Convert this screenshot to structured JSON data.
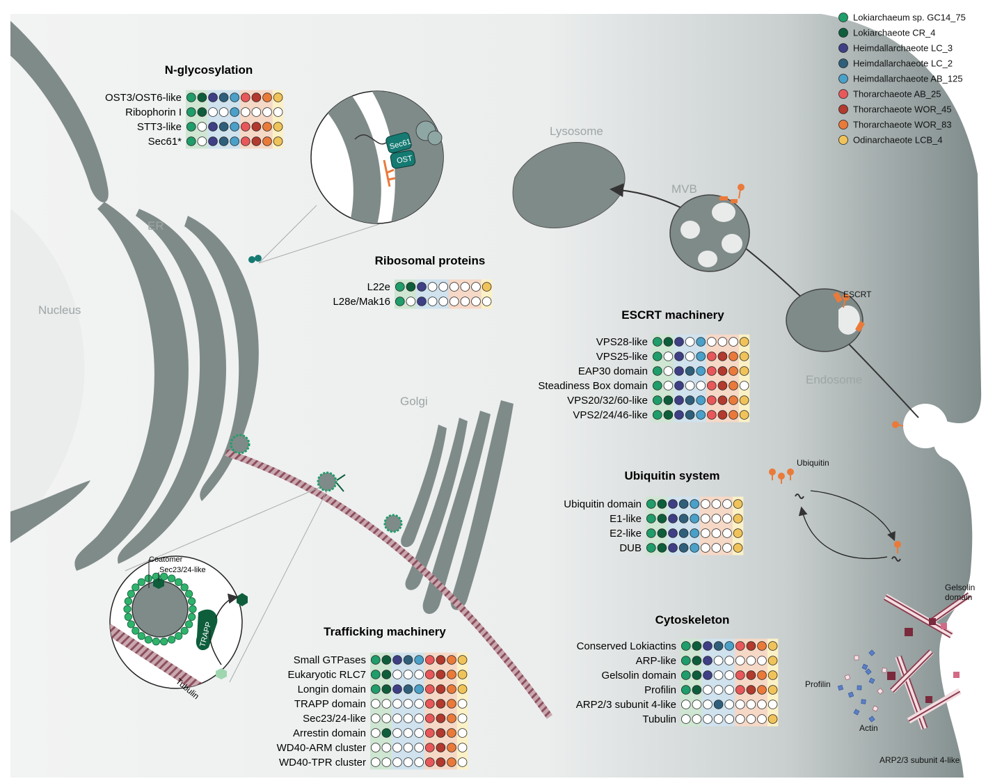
{
  "legend": [
    {
      "label": "Lokiarchaeum sp. GC14_75",
      "color": "#1f9d6a"
    },
    {
      "label": "Lokiarchaeote CR_4",
      "color": "#0e5e3c"
    },
    {
      "label": "Heimdallarchaeote LC_3",
      "color": "#3f3f86"
    },
    {
      "label": "Heimdallarchaeote LC_2",
      "color": "#2f5f7a"
    },
    {
      "label": "Heimdallarchaeote AB_125",
      "color": "#4aa0c8"
    },
    {
      "label": "Thorarchaeote AB_25",
      "color": "#e8585a"
    },
    {
      "label": "Thorarchaeote WOR_45",
      "color": "#b23a2e"
    },
    {
      "label": "Thorarchaeote WOR_83",
      "color": "#ea7a3a"
    },
    {
      "label": "Odinarchaeote LCB_4",
      "color": "#f0c35a"
    }
  ],
  "group_bg": [
    "#cfe6d2",
    "#cfe2ee",
    "#f6d8c6",
    "#fbf1c6"
  ],
  "labels": {
    "nucleus": "Nucleus",
    "er": "ER",
    "golgi": "Golgi",
    "lysosome": "Lysosome",
    "mvb": "MVB",
    "endosome": "Endosome",
    "escrt": "ESCRT",
    "sec61": "Sec61",
    "ost": "OST",
    "coatomer": "Coatomer",
    "sec2324": "Sec23/24-like",
    "trapp": "TRAPP",
    "tubulin": "Tubulin",
    "ubiquitin": "Ubiquitin",
    "gelsolin_domain": "Gelsolin domain",
    "profilin": "Profilin",
    "actin": "Actin",
    "arp23": "ARP2/3 subunit 4-like"
  },
  "modules": [
    {
      "id": "nglyc",
      "title": "N-glycosylation",
      "rows": [
        {
          "label": "OST3/OST6-like",
          "p": [
            1,
            1,
            1,
            1,
            1,
            1,
            1,
            1,
            1
          ]
        },
        {
          "label": "Ribophorin I",
          "p": [
            1,
            1,
            0,
            0,
            1,
            0,
            0,
            0,
            0
          ]
        },
        {
          "label": "STT3-like",
          "p": [
            1,
            0,
            1,
            1,
            1,
            1,
            1,
            1,
            1
          ]
        },
        {
          "label": "Sec61*",
          "p": [
            1,
            0,
            1,
            1,
            1,
            1,
            1,
            1,
            1
          ]
        }
      ]
    },
    {
      "id": "ribo",
      "title": "Ribosomal proteins",
      "rows": [
        {
          "label": "L22e",
          "p": [
            1,
            1,
            1,
            0,
            0,
            0,
            0,
            0,
            1
          ]
        },
        {
          "label": "L28e/Mak16",
          "p": [
            1,
            0,
            1,
            0,
            0,
            0,
            0,
            0,
            0
          ]
        }
      ]
    },
    {
      "id": "escrt",
      "title": "ESCRT machinery",
      "rows": [
        {
          "label": "VPS28-like",
          "p": [
            1,
            1,
            1,
            0,
            1,
            0,
            0,
            0,
            1
          ]
        },
        {
          "label": "VPS25-like",
          "p": [
            1,
            0,
            1,
            0,
            1,
            1,
            1,
            1,
            1
          ]
        },
        {
          "label": "EAP30 domain",
          "p": [
            1,
            0,
            1,
            1,
            1,
            1,
            1,
            1,
            1
          ]
        },
        {
          "label": "Steadiness Box domain",
          "p": [
            1,
            0,
            1,
            0,
            0,
            1,
            1,
            1,
            0
          ]
        },
        {
          "label": "VPS20/32/60-like",
          "p": [
            1,
            1,
            1,
            1,
            1,
            1,
            1,
            1,
            1
          ]
        },
        {
          "label": "VPS2/24/46-like",
          "p": [
            1,
            1,
            1,
            1,
            1,
            1,
            1,
            1,
            1
          ]
        }
      ]
    },
    {
      "id": "ubiq",
      "title": "Ubiquitin system",
      "rows": [
        {
          "label": "Ubiquitin domain",
          "p": [
            1,
            1,
            1,
            1,
            1,
            0,
            0,
            0,
            1
          ]
        },
        {
          "label": "E1-like",
          "p": [
            1,
            1,
            1,
            1,
            1,
            0,
            0,
            0,
            1
          ]
        },
        {
          "label": "E2-like",
          "p": [
            1,
            1,
            1,
            1,
            1,
            0,
            0,
            0,
            1
          ]
        },
        {
          "label": "DUB",
          "p": [
            1,
            1,
            1,
            1,
            1,
            0,
            0,
            0,
            1
          ]
        }
      ]
    },
    {
      "id": "traf",
      "title": "Trafficking machinery",
      "rows": [
        {
          "label": "Small GTPases",
          "p": [
            1,
            1,
            1,
            1,
            1,
            1,
            1,
            1,
            1
          ]
        },
        {
          "label": "Eukaryotic RLC7",
          "p": [
            1,
            1,
            0,
            0,
            0,
            1,
            1,
            1,
            1
          ]
        },
        {
          "label": "Longin domain",
          "p": [
            1,
            1,
            1,
            1,
            1,
            1,
            1,
            1,
            1
          ]
        },
        {
          "label": "TRAPP domain",
          "p": [
            0,
            0,
            0,
            0,
            0,
            1,
            1,
            1,
            0
          ]
        },
        {
          "label": "Sec23/24-like",
          "p": [
            0,
            0,
            0,
            0,
            0,
            1,
            1,
            1,
            0
          ]
        },
        {
          "label": "Arrestin domain",
          "p": [
            0,
            1,
            0,
            0,
            0,
            1,
            1,
            1,
            0
          ]
        },
        {
          "label": "WD40-ARM cluster",
          "p": [
            0,
            0,
            0,
            0,
            0,
            1,
            1,
            1,
            0
          ]
        },
        {
          "label": "WD40-TPR cluster",
          "p": [
            0,
            0,
            0,
            0,
            0,
            1,
            1,
            1,
            0
          ]
        }
      ]
    },
    {
      "id": "cyto",
      "title": "Cytoskeleton",
      "rows": [
        {
          "label": "Conserved Lokiactins",
          "p": [
            1,
            1,
            1,
            1,
            1,
            1,
            1,
            1,
            1
          ]
        },
        {
          "label": "ARP-like",
          "p": [
            1,
            1,
            1,
            0,
            0,
            0,
            0,
            0,
            1
          ]
        },
        {
          "label": "Gelsolin domain",
          "p": [
            1,
            1,
            1,
            0,
            0,
            1,
            1,
            1,
            1
          ]
        },
        {
          "label": "Profilin",
          "p": [
            1,
            1,
            0,
            0,
            0,
            1,
            1,
            1,
            1
          ]
        },
        {
          "label": "ARP2/3 subunit 4-like",
          "p": [
            0,
            0,
            0,
            1,
            0,
            0,
            0,
            0,
            0
          ]
        },
        {
          "label": "Tubulin",
          "p": [
            0,
            0,
            0,
            0,
            0,
            0,
            0,
            0,
            1
          ]
        }
      ]
    }
  ]
}
